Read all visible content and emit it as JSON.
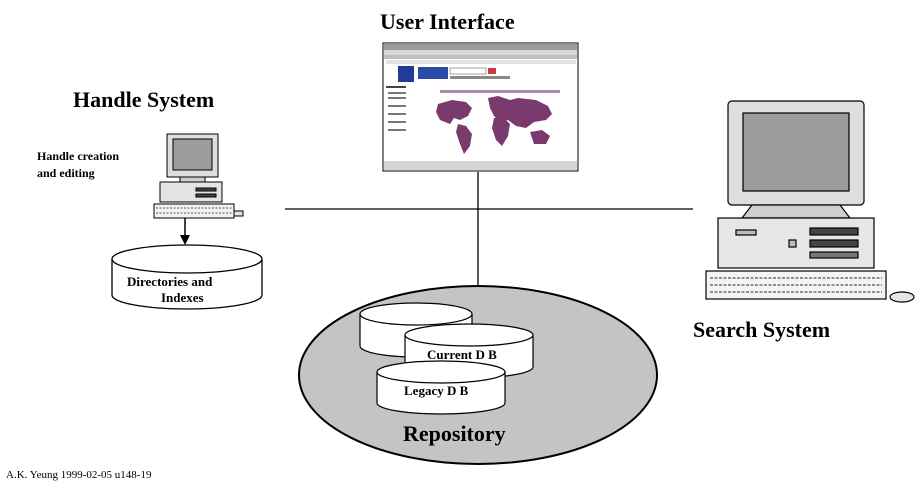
{
  "labels": {
    "user_interface": "User Interface",
    "handle_system": "Handle System",
    "handle_creation_line1": "Handle creation",
    "handle_creation_line2": "and editing",
    "directories_line1": "Directories and",
    "directories_line2": "Indexes",
    "current_db": "Current D B",
    "legacy_db": "Legacy D B",
    "repository": "Repository",
    "search_system": "Search System"
  },
  "footer": {
    "credit": "A.K. Yeung 1999-02-05 u148-19"
  },
  "icons": {
    "browser": "browser-window-icon",
    "handle_computer": "desktop-computer-icon",
    "search_computer": "desktop-computer-icon",
    "directories_db": "database-cylinder-icon",
    "current_db": "database-cylinder-icon",
    "legacy_db": "database-cylinder-icon"
  },
  "colors": {
    "repository_fill": "#c4c4c4",
    "map_land": "#7a3a6e",
    "screen_gray": "#9c9c9c"
  }
}
